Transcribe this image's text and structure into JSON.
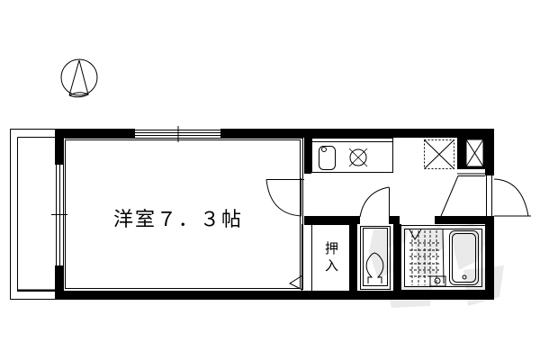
{
  "floor_plan": {
    "north_indicator": "A",
    "rooms": [
      {
        "id": "western-room",
        "label": "洋室７．３帖",
        "type": "Western-style room",
        "size_jo": 7.3
      },
      {
        "id": "closet",
        "label": "押入",
        "type": "Closet (oshiire)"
      },
      {
        "id": "kitchen",
        "label": "",
        "type": "Kitchen with sink and gas stove"
      },
      {
        "id": "toilet",
        "label": "",
        "type": "Toilet"
      },
      {
        "id": "bathroom",
        "label": "",
        "type": "Unit bath with tub"
      },
      {
        "id": "balcony",
        "label": "",
        "type": "Balcony"
      },
      {
        "id": "entrance",
        "label": "",
        "type": "Entrance"
      }
    ],
    "fixtures": [
      "sink",
      "gas-stove",
      "washing-machine-space",
      "refrigerator-space",
      "toilet-bowl",
      "bathtub",
      "washbasin"
    ],
    "watermark": "faded logo",
    "colors": {
      "wall": "#000000",
      "line": "#000000",
      "background": "#ffffff",
      "watermark": "#e6e6e6"
    }
  }
}
